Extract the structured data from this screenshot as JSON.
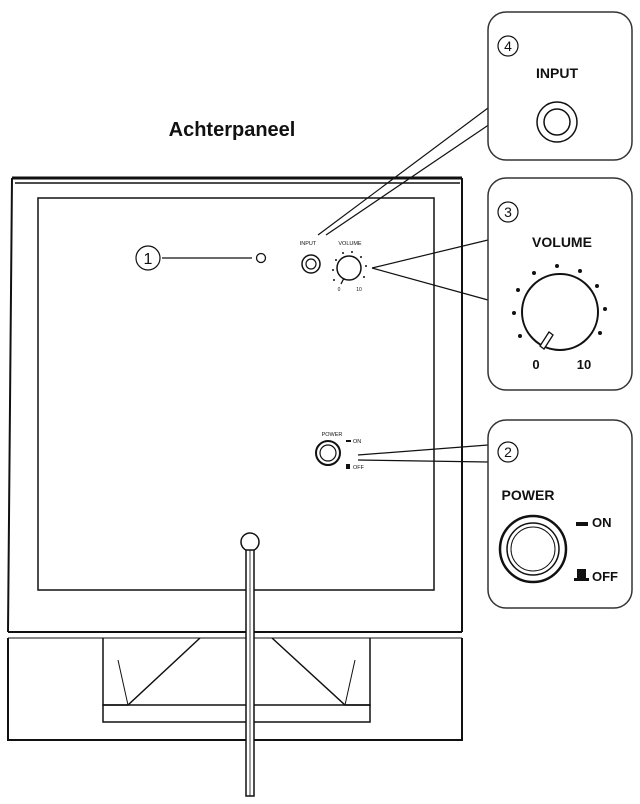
{
  "title": "Achterpaneel",
  "callouts": {
    "input": {
      "number": "4",
      "label": "INPUT"
    },
    "volume": {
      "number": "3",
      "label": "VOLUME",
      "scale_min": "0",
      "scale_max": "10"
    },
    "power": {
      "number": "2",
      "label": "POWER",
      "on": "ON",
      "off": "OFF"
    },
    "indicator": {
      "number": "1"
    }
  },
  "panel_labels": {
    "input": "INPUT",
    "volume": "VOLUME",
    "volume_min": "0",
    "volume_max": "10",
    "power": "POWER",
    "on": "ON",
    "off": "OFF"
  },
  "colors": {
    "line": "#111111",
    "panel_fill": "#ffffff",
    "callout_border": "#333333"
  }
}
